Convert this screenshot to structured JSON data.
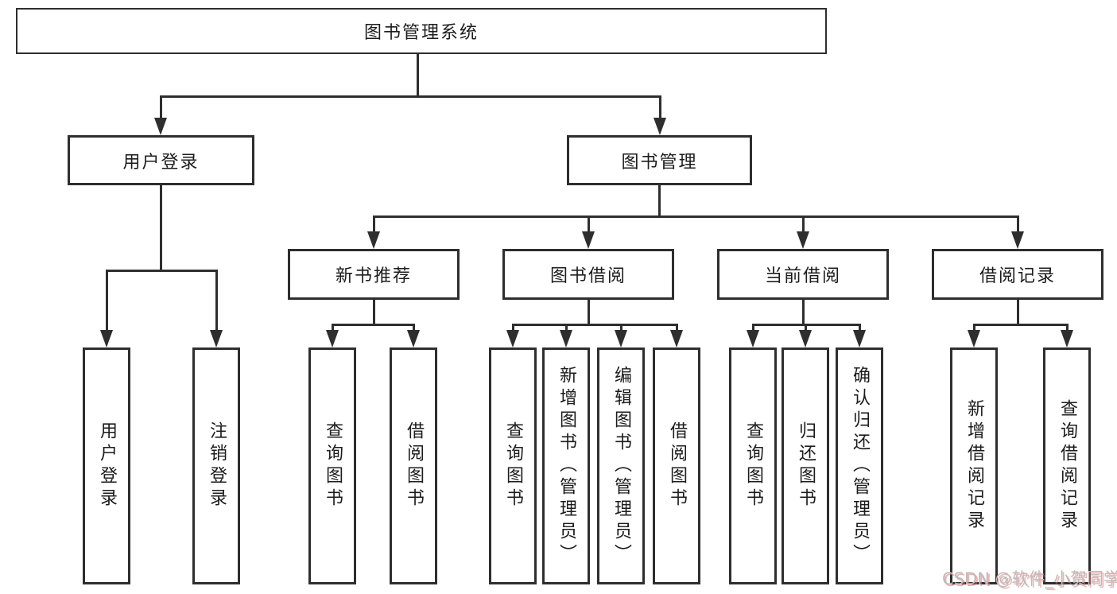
{
  "tree": {
    "label": "图书管理系统",
    "children": [
      {
        "label": "用户登录",
        "children": [
          {
            "label": "用户登录"
          },
          {
            "label": "注销登录"
          }
        ]
      },
      {
        "label": "图书管理",
        "children": [
          {
            "label": "新书推荐",
            "children": [
              {
                "label": "查询图书"
              },
              {
                "label": "借阅图书"
              }
            ]
          },
          {
            "label": "图书借阅",
            "children": [
              {
                "label": "查询图书"
              },
              {
                "label": "新增图书（管理员）"
              },
              {
                "label": "编辑图书（管理员）"
              },
              {
                "label": "借阅图书"
              }
            ]
          },
          {
            "label": "当前借阅",
            "children": [
              {
                "label": "查询图书"
              },
              {
                "label": "归还图书"
              },
              {
                "label": "确认归还（管理员）"
              }
            ]
          },
          {
            "label": "借阅记录",
            "children": [
              {
                "label": "新增借阅记录"
              },
              {
                "label": "查询借阅记录"
              }
            ]
          }
        ]
      }
    ]
  },
  "watermark": {
    "text": "CSDN @软件_小贺同学"
  },
  "colors": {
    "line": "#2e2e2e",
    "box_background": "#ffffff",
    "text": "#1c1c1c",
    "watermark_gray": "#bcbcbc",
    "watermark_shadow_red": "#eb7373"
  }
}
